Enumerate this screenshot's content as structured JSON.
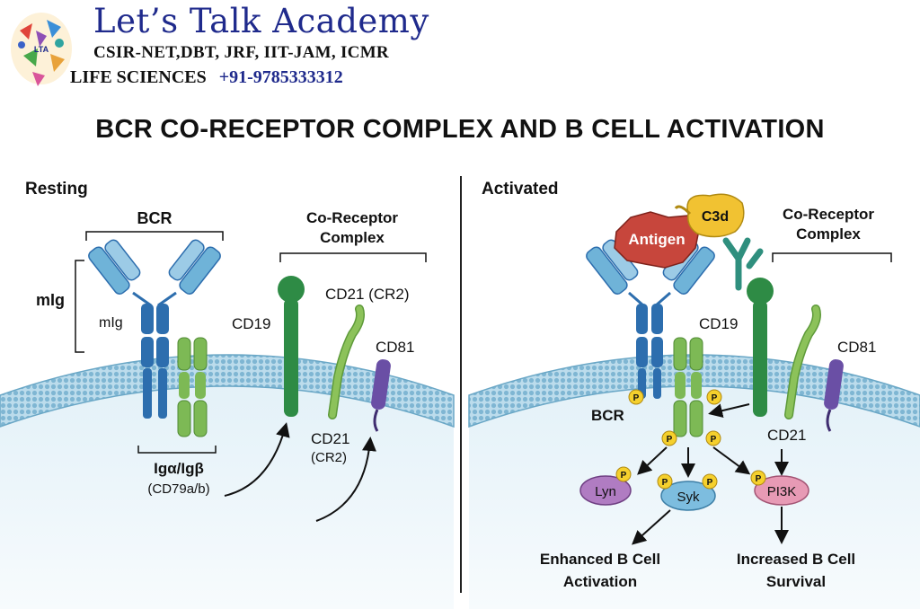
{
  "header": {
    "academy_name": "Let’s Talk Academy",
    "exams": "CSIR-NET,DBT, JRF, IIT-JAM, ICMR",
    "subject": "LIFE SCIENCES",
    "phone": "+91-9785333312"
  },
  "title": "BCR CO-RECEPTOR COMPLEX AND B CELL ACTIVATION",
  "resting": {
    "panel_label": "Resting",
    "bcr_label": "BCR",
    "mig_side_label": "mIg",
    "mig_label": "mIg",
    "coreceptor_line1": "Co-Receptor",
    "coreceptor_line2": "Complex",
    "cd19_label": "CD19",
    "cd21_top_label": "CD21 (CR2)",
    "cd81_label": "CD81",
    "cd21_bottom_label": "CD21",
    "cr2_label": "(CR2)",
    "ig_label": "Igα/Igβ",
    "cd79_label": "(CD79a/b)"
  },
  "activated": {
    "panel_label": "Activated",
    "antigen_label": "Antigen",
    "c3d_label": "C3d",
    "coreceptor_line1": "Co-Receptor",
    "coreceptor_line2": "Complex",
    "cd19_label": "CD19",
    "cd81_label": "CD81",
    "bcr_label": "BCR",
    "cd21_label": "CD21",
    "phospho_label": "P",
    "lyn_label": "Lyn",
    "syk_label": "Syk",
    "pi3k_label": "PI3K",
    "outcome1_line1": "Enhanced B Cell",
    "outcome1_line2": "Activation",
    "outcome2_line1": "Increased B Cell",
    "outcome2_line2": "Survival"
  },
  "colors": {
    "mig_blue": "#2d6eae",
    "mig_light": "#6fb3d8",
    "ig_green": "#7db955",
    "cd19_green": "#2e8b45",
    "cd21_green": "#8cc25a",
    "cd81_purple": "#6a4fa5",
    "antigen_red": "#c7463c",
    "c3d_yellow": "#f1c232",
    "phospho_yellow": "#f5d02d",
    "lyn_purple": "#b07cc2",
    "syk_blue": "#7dbddf",
    "pi3k_pink": "#e79ab5",
    "membrane": "#8fc3dd"
  }
}
